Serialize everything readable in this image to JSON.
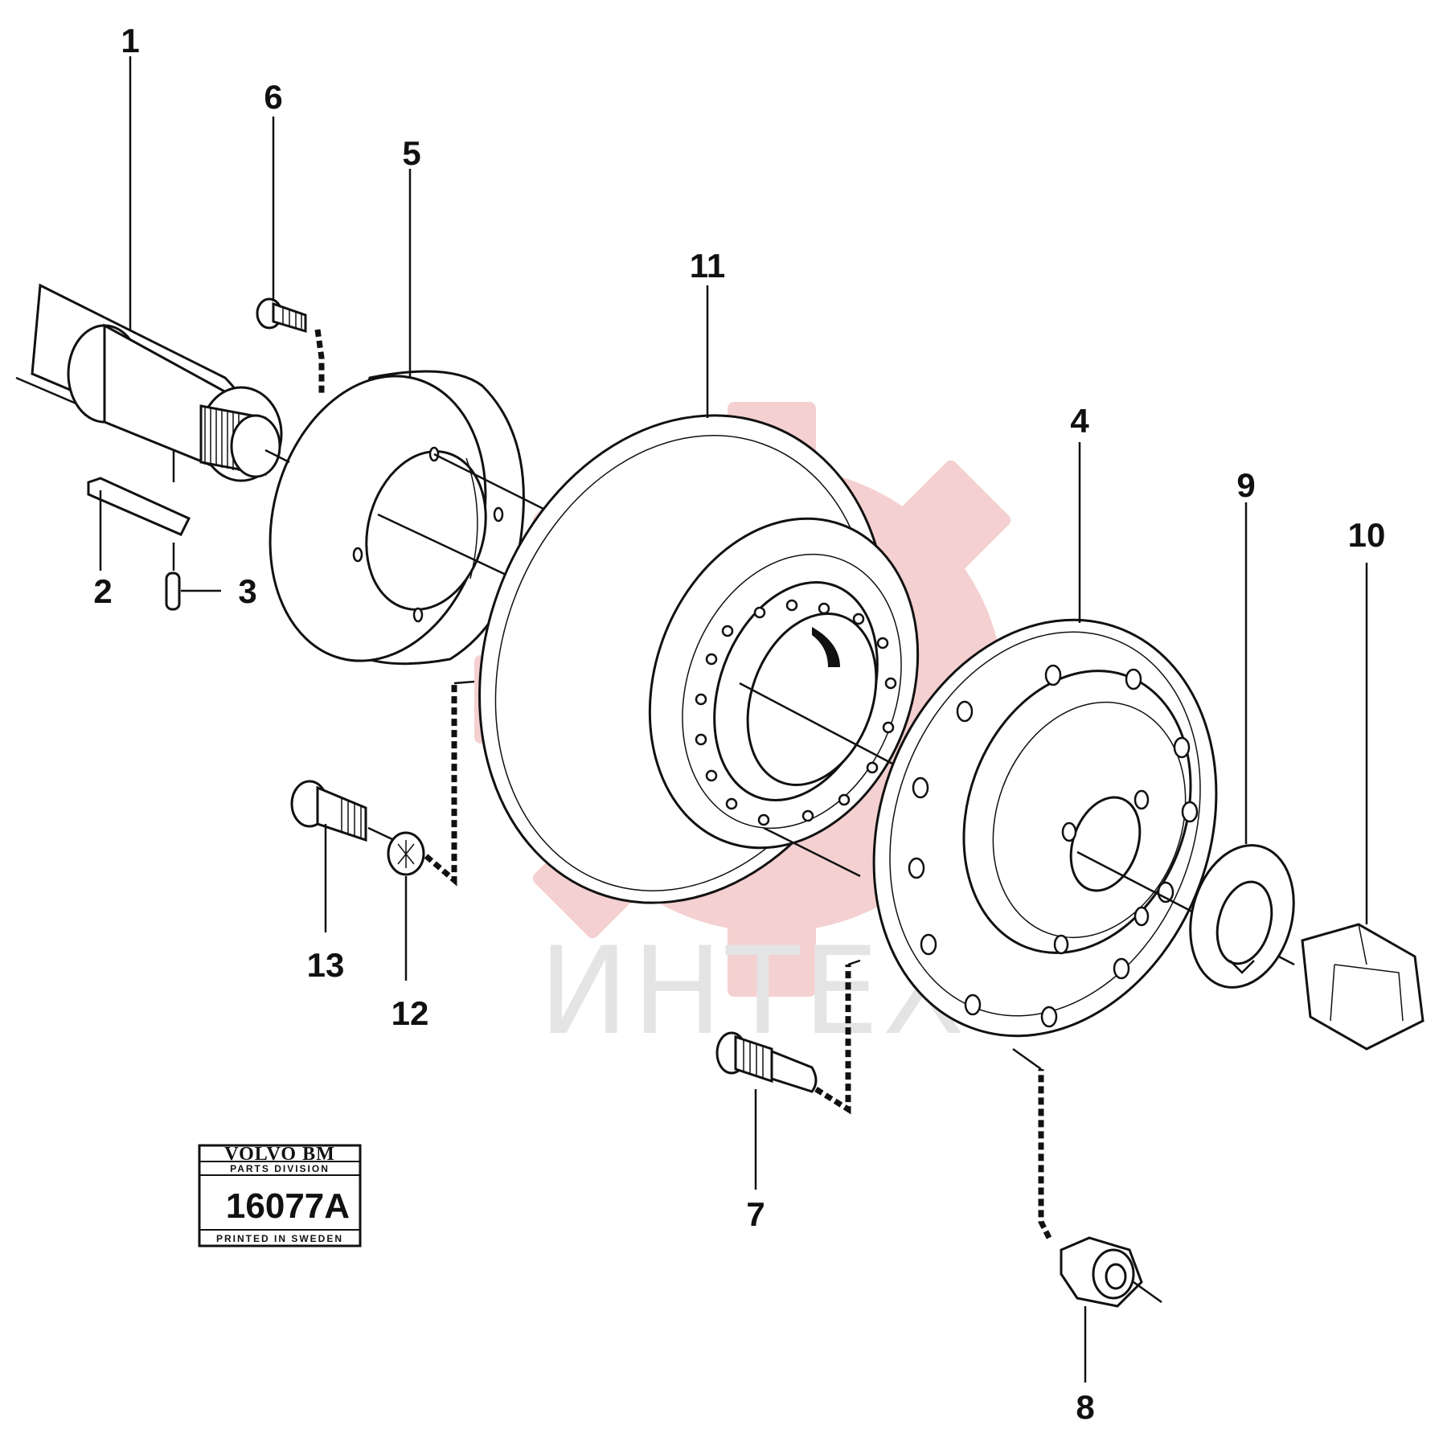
{
  "diagram": {
    "callouts": {
      "p1": "1",
      "p2": "2",
      "p3": "3",
      "p4": "4",
      "p5": "5",
      "p6": "6",
      "p7": "7",
      "p8": "8",
      "p9": "9",
      "p10": "10",
      "p11": "11",
      "p12": "12",
      "p13": "13"
    },
    "watermark": {
      "text": "ИНТЕХ",
      "gear_color": "#f3c4c4",
      "text_color": "#e4e4e4"
    },
    "stamp": {
      "brand": "VOLVO BM",
      "division": "PARTS DIVISION",
      "code": "16077A",
      "printed": "PRINTED IN SWEDEN"
    }
  }
}
